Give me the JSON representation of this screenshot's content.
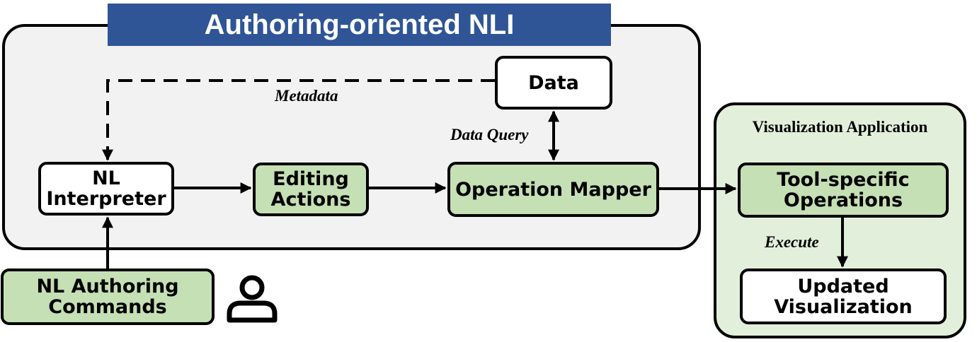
{
  "banner": {
    "title": "Authoring-oriented NLI"
  },
  "nodes": {
    "data": "Data",
    "nl_interpreter": "NL\nInterpreter",
    "editing_actions": "Editing\nActions",
    "operation_mapper": "Operation Mapper",
    "tool_specific_operations": "Tool-specific\nOperations",
    "updated_visualization": "Updated\nVisualization",
    "nl_authoring_commands": "NL Authoring\nCommands"
  },
  "app_panel": {
    "title": "Visualization Application"
  },
  "edge_labels": {
    "metadata": "Metadata",
    "data_query": "Data Query",
    "execute": "Execute"
  },
  "icons": {
    "user": "user-icon"
  },
  "colors": {
    "banner": "#2f5597",
    "nli_panel": "#f2f2f2",
    "app_panel": "#e2efda",
    "green_node": "#c5e0b4",
    "white_node": "#ffffff"
  }
}
